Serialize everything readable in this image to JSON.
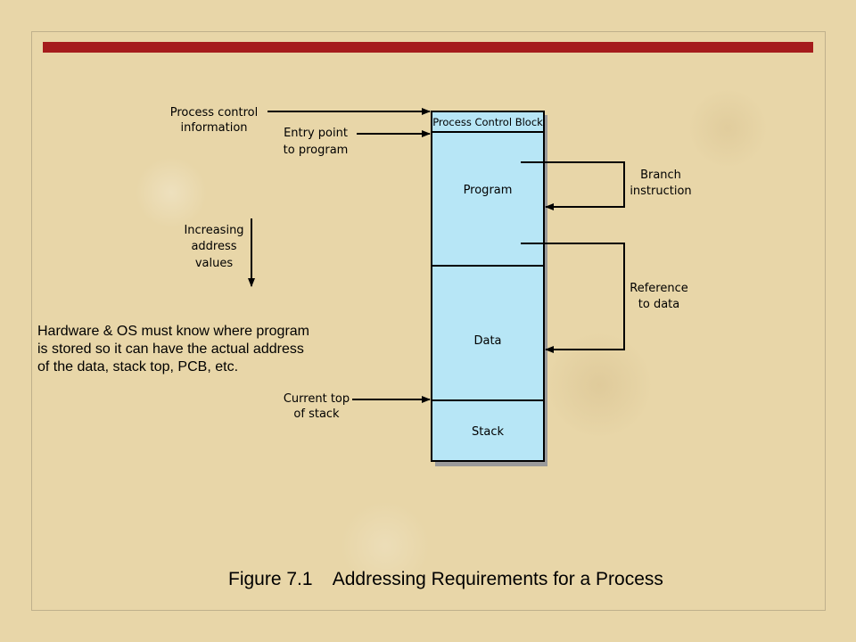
{
  "diagram": {
    "block_labels": {
      "pcb": "Process Control Block",
      "program": "Program",
      "data": "Data",
      "stack": "Stack"
    },
    "left_labels": {
      "process_control_info": [
        "Process control",
        "information"
      ],
      "entry_point": [
        "Entry point",
        "to program"
      ],
      "increasing_address": [
        "Increasing",
        "address",
        "values"
      ],
      "current_top_stack": [
        "Current top",
        "of stack"
      ]
    },
    "right_labels": {
      "branch": [
        "Branch",
        "instruction"
      ],
      "reference": [
        "Reference",
        "to data"
      ]
    },
    "colors": {
      "block_fill": "#b7e6f6",
      "shadow": "#9a9a9a",
      "top_rule": "#a51c1c"
    }
  },
  "note": "Hardware & OS must know where program\nis stored so it can have the actual address\nof the data, stack top, PCB, etc.",
  "caption": "Figure 7.1    Addressing Requirements for a Process"
}
